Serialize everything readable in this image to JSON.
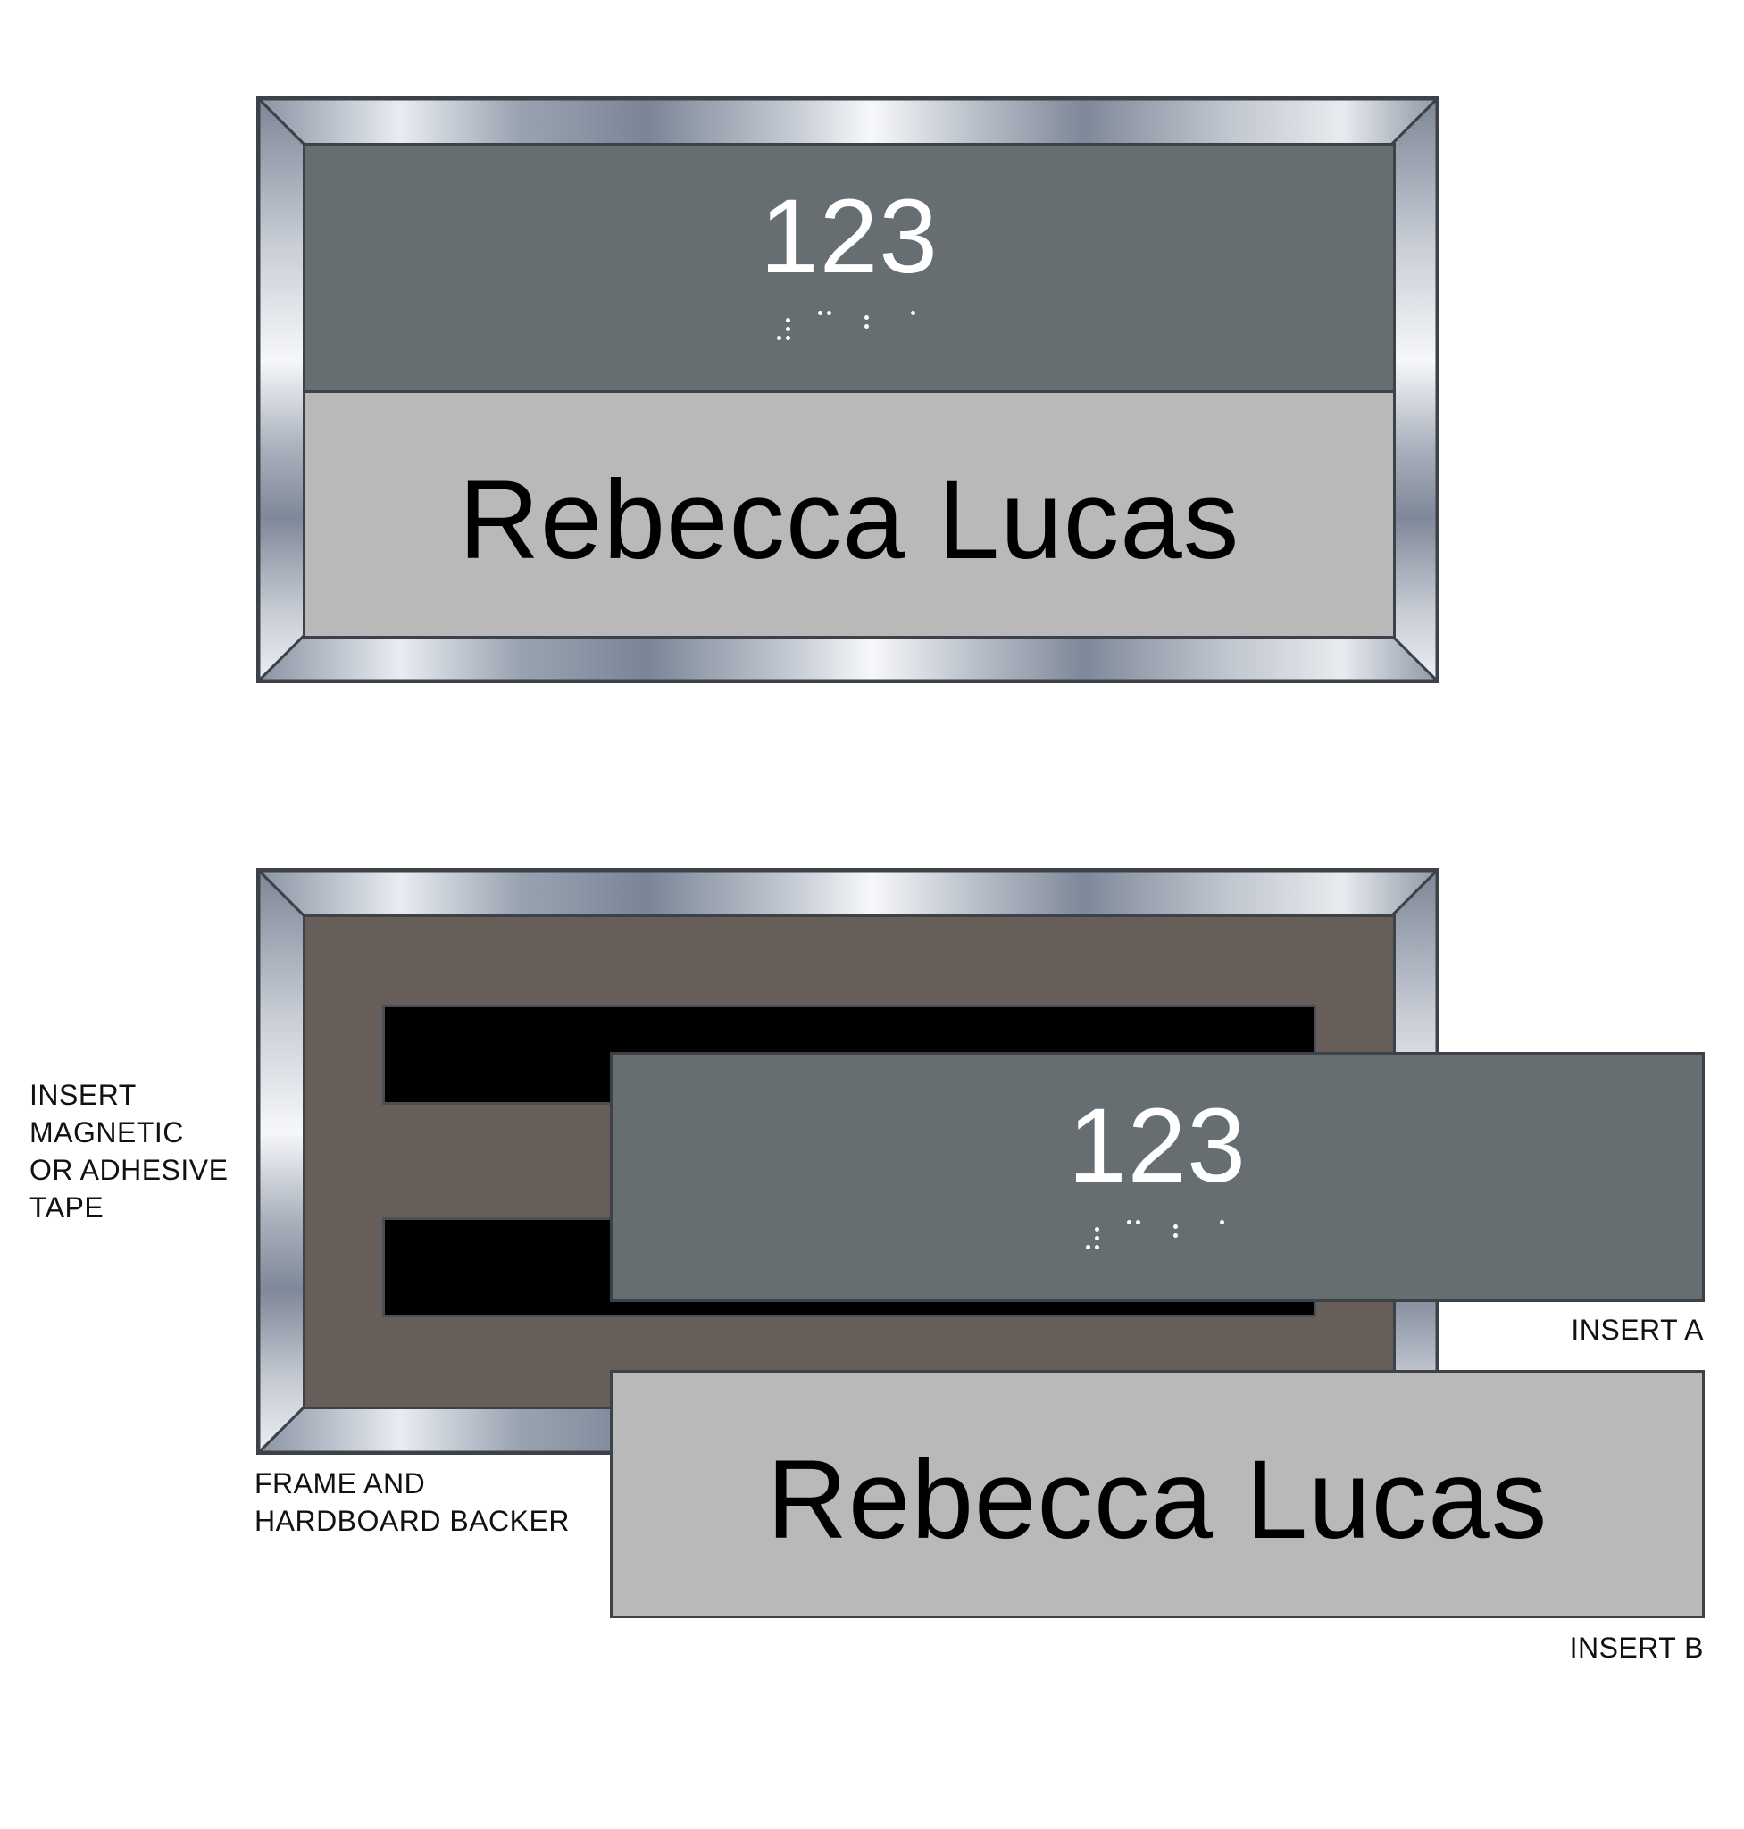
{
  "assembled_sign": {
    "room_number": "123",
    "name": "Rebecca Lucas"
  },
  "exploded_view": {
    "insert_a": {
      "room_number": "123"
    },
    "insert_b": {
      "name": "Rebecca Lucas"
    }
  },
  "labels": {
    "tape": "INSERT\nMAGNETIC\nOR ADHESIVE\nTAPE",
    "frame": "FRAME AND\nHARDBOARD BACKER",
    "insert_a": "INSERT A",
    "insert_b": "INSERT B"
  },
  "colors": {
    "frame_border": "#3d4148",
    "insert_top": "#666e72",
    "insert_bottom": "#b9b9b9",
    "backer": "#675e59",
    "tape": "#000000"
  }
}
